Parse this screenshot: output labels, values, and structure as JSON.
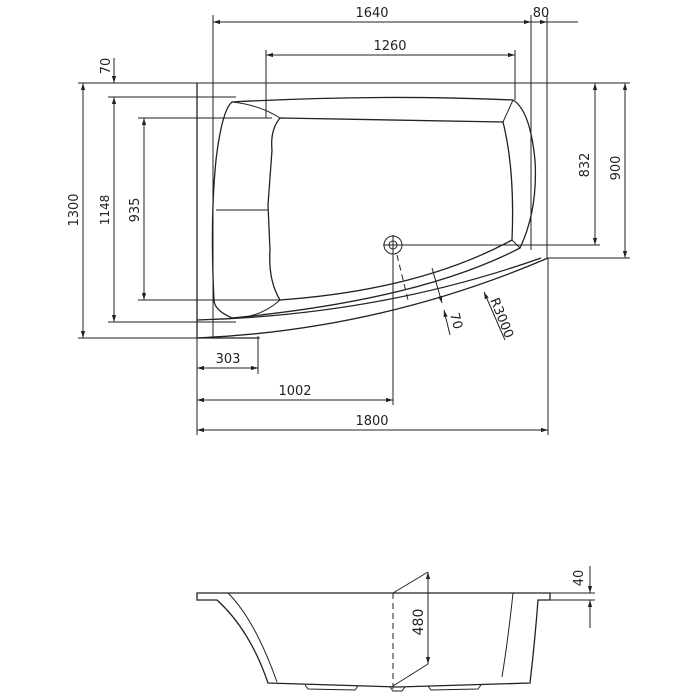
{
  "plan_view": {
    "dimensions": {
      "overall_length_top": "1640",
      "right_offset": "80",
      "inner_length": "1260",
      "top_rim": "70",
      "overall_width": "1300",
      "width_1148": "1148",
      "inner_width": "935",
      "drain_offset_832": "832",
      "width_900": "900",
      "rim_303": "303",
      "drain_position": "1002",
      "overall_length": "1800",
      "curved_rim": "70",
      "radius": "R3000"
    }
  },
  "side_view": {
    "dimensions": {
      "depth": "480",
      "rim_thickness": "40"
    }
  }
}
